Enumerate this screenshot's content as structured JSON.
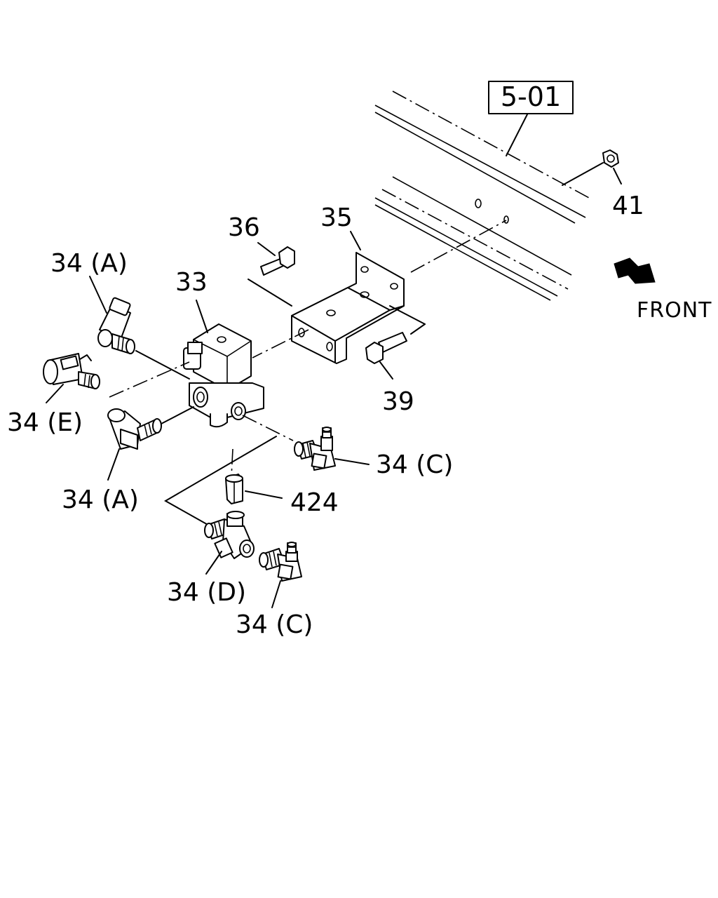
{
  "reference_box": "5-01",
  "direction_label": "FRONT",
  "callouts": {
    "c33": "33",
    "c35": "35",
    "c36": "36",
    "c39": "39",
    "c41": "41",
    "c424": "424",
    "c34A_top": "34 (A)",
    "c34E": "34 (E)",
    "c34A_bottom": "34 (A)",
    "c34C_right": "34 (C)",
    "c34D": "34 (D)",
    "c34C_bottom": "34 (C)"
  }
}
